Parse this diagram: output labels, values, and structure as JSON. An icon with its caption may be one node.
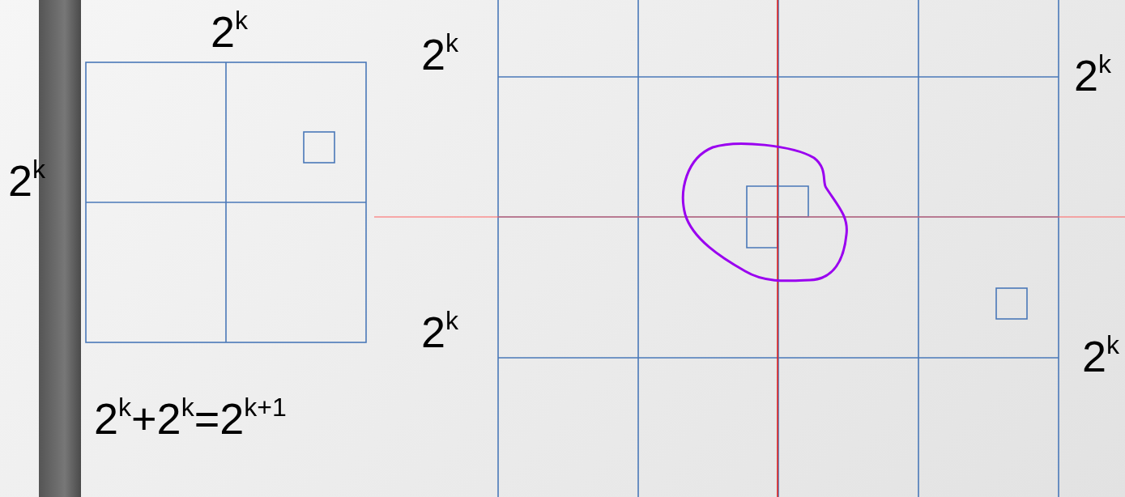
{
  "diagram": {
    "labels": [
      "2$^{k}$",
      "2$^{k}$",
      "2$^{k}$",
      "2$^{k}$",
      "2$^{k}$",
      "2$^{k}$",
      "2$^{k}$+2$^{k}$=2$^{k+1}$"
    ]
  }
}
